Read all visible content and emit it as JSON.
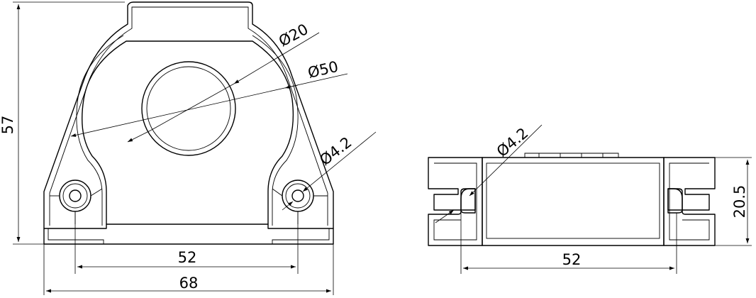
{
  "front_view": {
    "dim_height": "57",
    "dim_hole_spacing": "52",
    "dim_overall_width": "68",
    "dim_inner_diameter": "Ø20",
    "dim_outer_diameter": "Ø50",
    "dim_hole_diameter": "Ø4.2"
  },
  "side_view": {
    "dim_hole_spacing": "52",
    "dim_thickness": "20.5",
    "dim_hole_diameter": "Ø4.2"
  },
  "colors": {
    "line": "#000000",
    "background": "#ffffff"
  }
}
